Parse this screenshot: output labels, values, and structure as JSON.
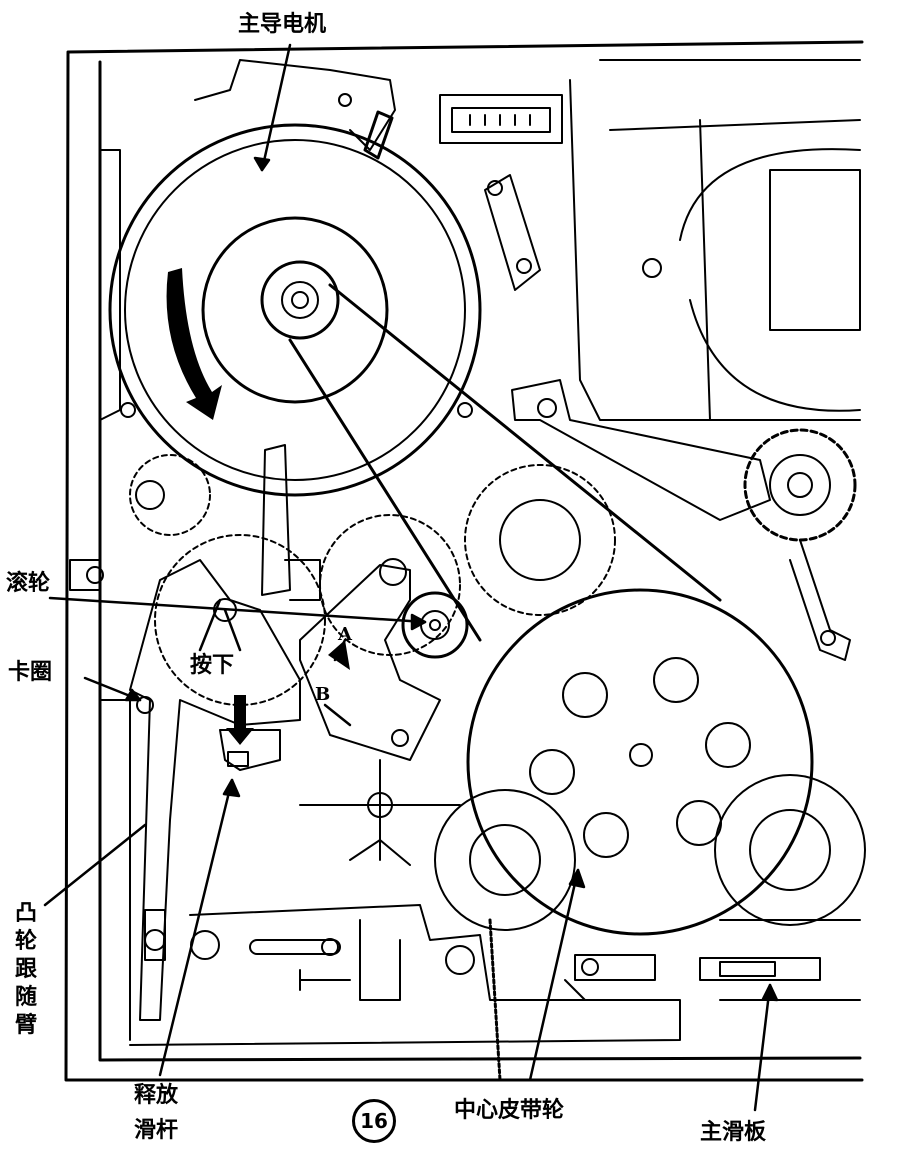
{
  "labels": {
    "capstan_motor": "主导电机",
    "pinch_roller": "滚轮",
    "press_down": "按下",
    "retaining_ring": "卡圈",
    "cam_follower_arm": [
      "凸",
      "轮",
      "跟",
      "随",
      "臂"
    ],
    "release_slider": [
      "释放",
      "滑杆"
    ],
    "center_belt_pulley": "中心皮带轮",
    "main_slide_plate": "主滑板",
    "marker_a": "A",
    "marker_b": "B",
    "figure_number": "16"
  },
  "colors": {
    "ink": "#000000",
    "paper": "#ffffff"
  }
}
